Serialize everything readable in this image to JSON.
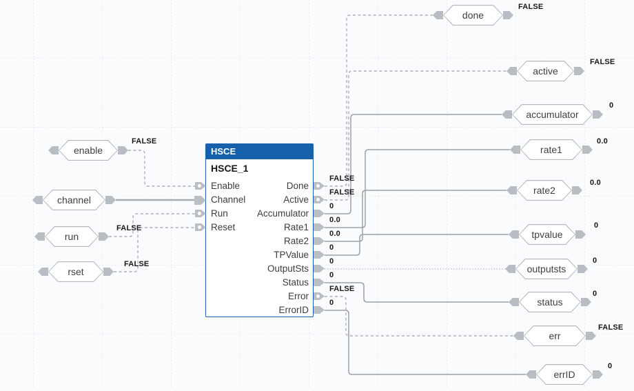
{
  "block": {
    "type_label": "HSCE",
    "instance_label": "HSCE_1",
    "inputs": [
      {
        "label": "Enable"
      },
      {
        "label": "Channel"
      },
      {
        "label": "Run"
      },
      {
        "label": "Reset"
      }
    ],
    "outputs": [
      {
        "label": "Done",
        "value": "FALSE"
      },
      {
        "label": "Active",
        "value": "FALSE"
      },
      {
        "label": "Accumulator",
        "value": "0"
      },
      {
        "label": "Rate1",
        "value": "0.0"
      },
      {
        "label": "Rate2",
        "value": "0.0"
      },
      {
        "label": "TPValue",
        "value": "0"
      },
      {
        "label": "OutputSts",
        "value": "0"
      },
      {
        "label": "Status",
        "value": "0"
      },
      {
        "label": "Error",
        "value": "FALSE"
      },
      {
        "label": "ErrorID",
        "value": "0"
      }
    ]
  },
  "left_tags": [
    {
      "label": "enable",
      "value": "FALSE"
    },
    {
      "label": "channel"
    },
    {
      "label": "run",
      "value": "FALSE"
    },
    {
      "label": "rset",
      "value": "FALSE"
    }
  ],
  "right_tags": [
    {
      "label": "done",
      "value": "FALSE"
    },
    {
      "label": "active",
      "value": "FALSE"
    },
    {
      "label": "accumulator",
      "value": "0"
    },
    {
      "label": "rate1",
      "value": "0.0"
    },
    {
      "label": "rate2",
      "value": "0.0"
    },
    {
      "label": "tpvalue",
      "value": "0"
    },
    {
      "label": "outputsts",
      "value": "0"
    },
    {
      "label": "status",
      "value": "0"
    },
    {
      "label": "err",
      "value": "FALSE"
    },
    {
      "label": "errID",
      "value": "0"
    }
  ],
  "colors": {
    "block_header": "#1760ab",
    "wire_solid": "#9aa1a7",
    "wire_dashed": "#aab0b6",
    "pin_fill": "#b9bfc5",
    "grid": "#e3e7ea",
    "canvas_bg": "#fafbfc"
  }
}
